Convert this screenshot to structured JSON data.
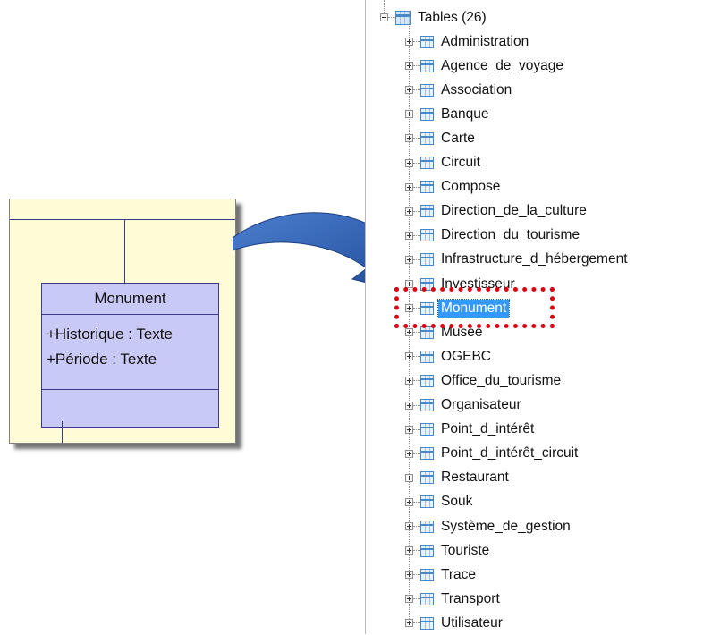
{
  "uml": {
    "class_name": "Monument",
    "attributes": [
      "+Historique : Texte",
      "+Période : Texte"
    ]
  },
  "tree": {
    "root_label": "Tables (26)",
    "selected_item": "Monument",
    "items": [
      "Administration",
      "Agence_de_voyage",
      "Association",
      "Banque",
      "Carte",
      "Circuit",
      "Compose",
      "Direction_de_la_culture",
      "Direction_du_tourisme",
      "Infrastructure_d_hébergement",
      "Investisseur",
      "Monument",
      "Musée",
      "OGEBC",
      "Office_du_tourisme",
      "Organisateur",
      "Point_d_intérêt",
      "Point_d_intérêt_circuit",
      "Restaurant",
      "Souk",
      "Système_de_gestion",
      "Touriste",
      "Trace",
      "Transport",
      "Utilisateur"
    ]
  },
  "colors": {
    "uml_background": "#fefcd7",
    "uml_class_fill": "#c9c9f5",
    "arrow_fill": "#2f5fae",
    "selection": "#3399ff",
    "highlight_border": "#e00010"
  },
  "icons": {
    "arrow": "curved-arrow-icon",
    "table": "table-icon",
    "expander": "plus-expander-icon",
    "root_expander": "minus-expander-icon"
  }
}
